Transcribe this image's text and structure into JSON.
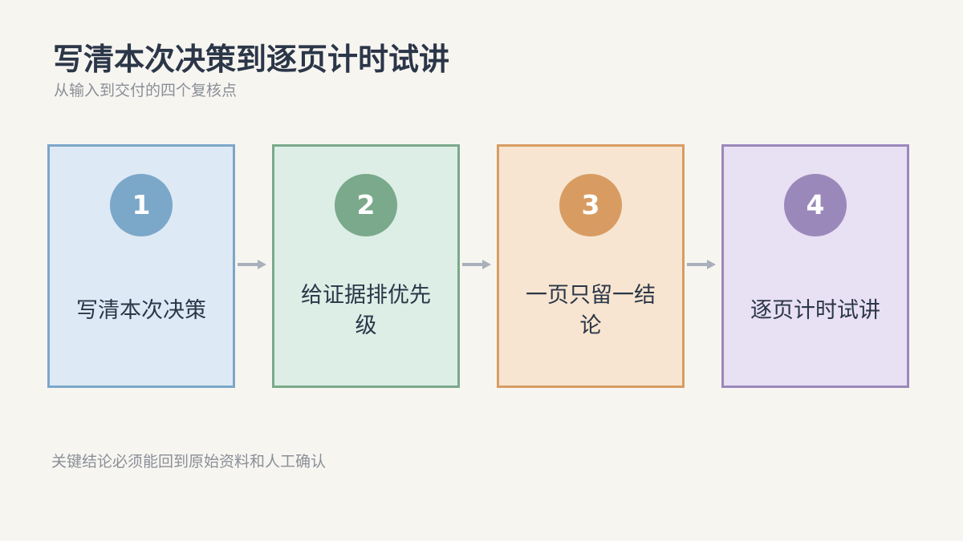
{
  "title": "写清本次决策到逐页计时试讲",
  "subtitle": "从输入到交付的四个复核点",
  "steps": [
    {
      "number": "1",
      "label": "写清本次决策",
      "fill": "#dde9f5",
      "border": "#7ba7c9",
      "circle": "#7ba7c9"
    },
    {
      "number": "2",
      "label": "给证据排优先级",
      "fill": "#ddeee6",
      "border": "#7aa98b",
      "circle": "#7aa98b"
    },
    {
      "number": "3",
      "label": "一页只留一结论",
      "fill": "#f7e5d1",
      "border": "#d89c62",
      "circle": "#d89c62"
    },
    {
      "number": "4",
      "label": "逐页计时试讲",
      "fill": "#e8e0f3",
      "border": "#9b88bb",
      "circle": "#9b88bb"
    }
  ],
  "arrow_color": "#a9b0bb",
  "footer": "关键结论必须能回到原始资料和人工确认"
}
